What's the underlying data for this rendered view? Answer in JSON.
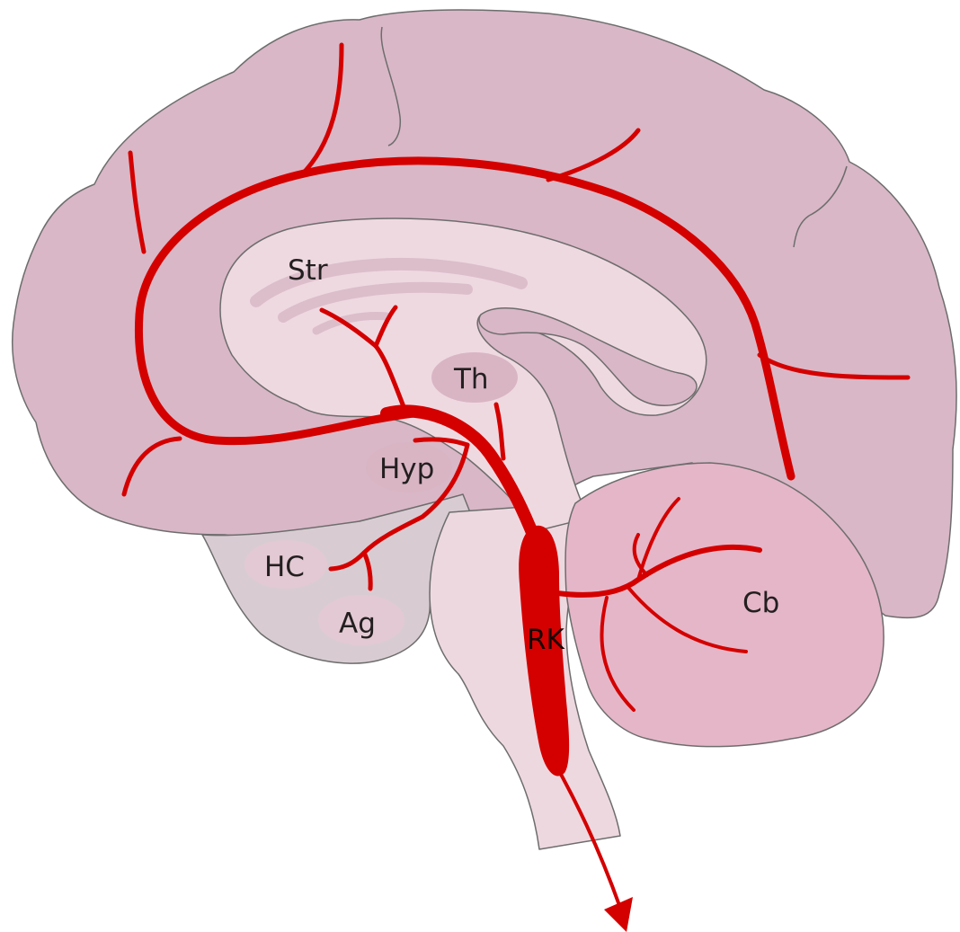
{
  "labels": {
    "str": "Str",
    "th": "Th",
    "hyp": "Hyp",
    "hc": "HC",
    "ag": "Ag",
    "rk": "RK",
    "cb": "Cb"
  },
  "colors": {
    "cortex": "#d9b7c6",
    "inner_light": "#efd9e1",
    "stem": "#eed8e0",
    "temporal_medial": "#d8ccd2",
    "cerebellum": "#e5b6c8",
    "nucleus": "#d9b5c4",
    "vessel": "#d40000"
  }
}
